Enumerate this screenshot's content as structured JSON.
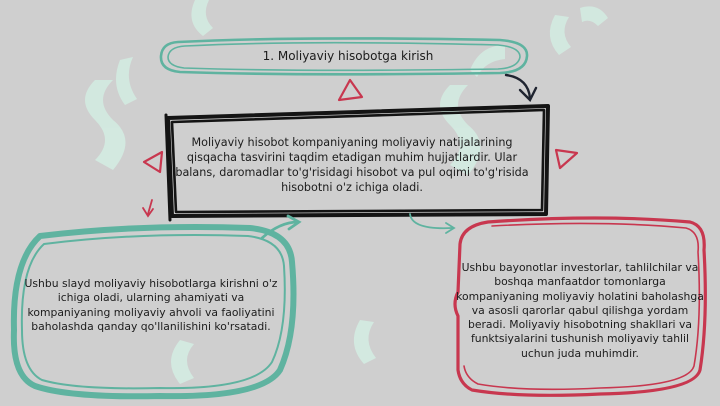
{
  "colors": {
    "background": "#cfcfcf",
    "teal": "#5fb3a0",
    "crimson": "#c8374f",
    "black": "#141414",
    "watermark": "#d2ece2"
  },
  "nodes": {
    "title": "1. Moliyaviy hisobotga kirish",
    "center": "Moliyaviy hisobot kompaniyaning moliyaviy natijalarining qisqacha tasvirini taqdim etadigan muhim hujjatlardir. Ular balans, daromadlar to'g'risidagi hisobot va pul oqimi to'g'risida hisobotni o'z ichiga oladi.",
    "left": "Ushbu slayd moliyaviy hisobotlarga kirishni o'z ichiga oladi, ularning ahamiyati va kompaniyaning moliyaviy ahvoli va faoliyatini baholashda qanday qo'llanilishini ko'rsatadi.",
    "right": "Ushbu bayonotlar investorlar, tahlilchilar va boshqa manfaatdor tomonlarga kompaniyaning moliyaviy holatini baholashga va asosli qarorlar qabul qilishga yordam beradi. Moliyaviy hisobotning shakllari va funktsiyalarini tushunish moliyaviy tahlil uchun juda muhimdir."
  }
}
